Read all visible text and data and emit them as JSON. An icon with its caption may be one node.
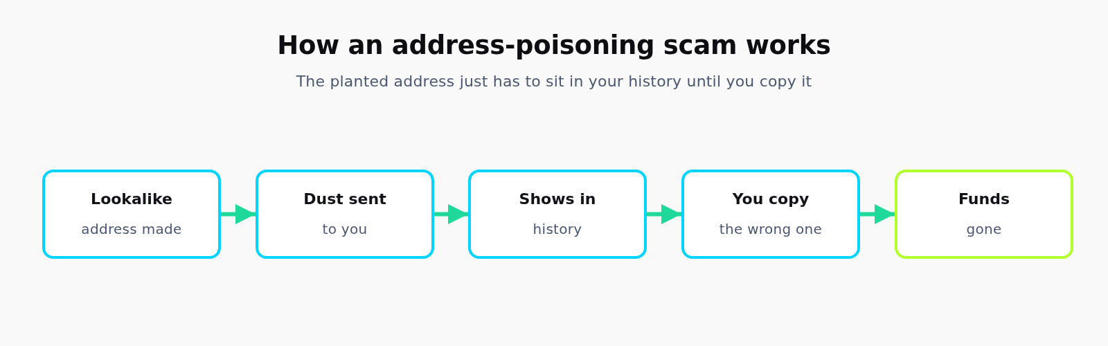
{
  "diagram": {
    "title": "How an address-poisoning scam works",
    "caption": "The planted address just has to sit in your history until you copy it",
    "nodes": [
      {
        "text": [
          "Lookalike",
          "address made"
        ]
      },
      {
        "text": [
          "Dust sent",
          "to you"
        ]
      },
      {
        "text": [
          "Shows in",
          "history"
        ]
      },
      {
        "text": [
          "You copy",
          "the wrong one"
        ]
      },
      {
        "text": [
          "Funds",
          "gone"
        ]
      }
    ],
    "edges": [
      {
        "from": 0,
        "to": 1,
        "arrow": "to"
      },
      {
        "from": 1,
        "to": 2,
        "arrow": "to"
      },
      {
        "from": 2,
        "to": 3,
        "arrow": "to"
      },
      {
        "from": 3,
        "to": 4,
        "arrow": "to"
      }
    ]
  }
}
